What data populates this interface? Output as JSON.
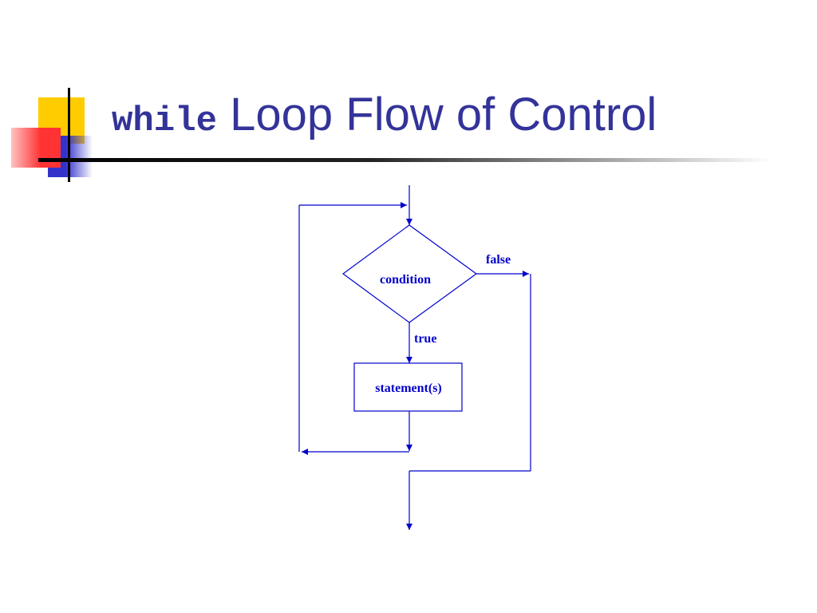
{
  "title": {
    "code_word": "while",
    "text": " Loop Flow of Control"
  },
  "flowchart": {
    "decision": "condition",
    "process": "statement(s)",
    "true_label": "true",
    "false_label": "false"
  },
  "colors": {
    "title": "#333399",
    "diagram": "#0000cc",
    "accent_yellow": "#ffcc00",
    "accent_blue": "#3333cc",
    "accent_red": "#ff3333"
  }
}
